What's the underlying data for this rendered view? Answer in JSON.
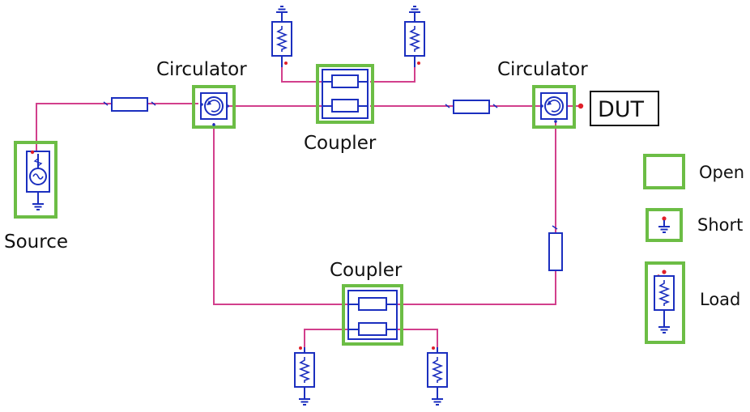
{
  "labels": {
    "source": "Source",
    "circulator_left": "Circulator",
    "circulator_right": "Circulator",
    "coupler_top": "Coupler",
    "coupler_bottom": "Coupler",
    "dut": "DUT"
  },
  "legend": {
    "items": [
      {
        "label": "Open",
        "icon": "open-box-icon"
      },
      {
        "label": "Short",
        "icon": "ground-icon"
      },
      {
        "label": "Load",
        "icon": "resistor-icon"
      }
    ]
  },
  "colors": {
    "wire": "#d23f8c",
    "component": "#1b2fbf",
    "highlight": "#6cbd45",
    "terminal": "#e0202a"
  }
}
